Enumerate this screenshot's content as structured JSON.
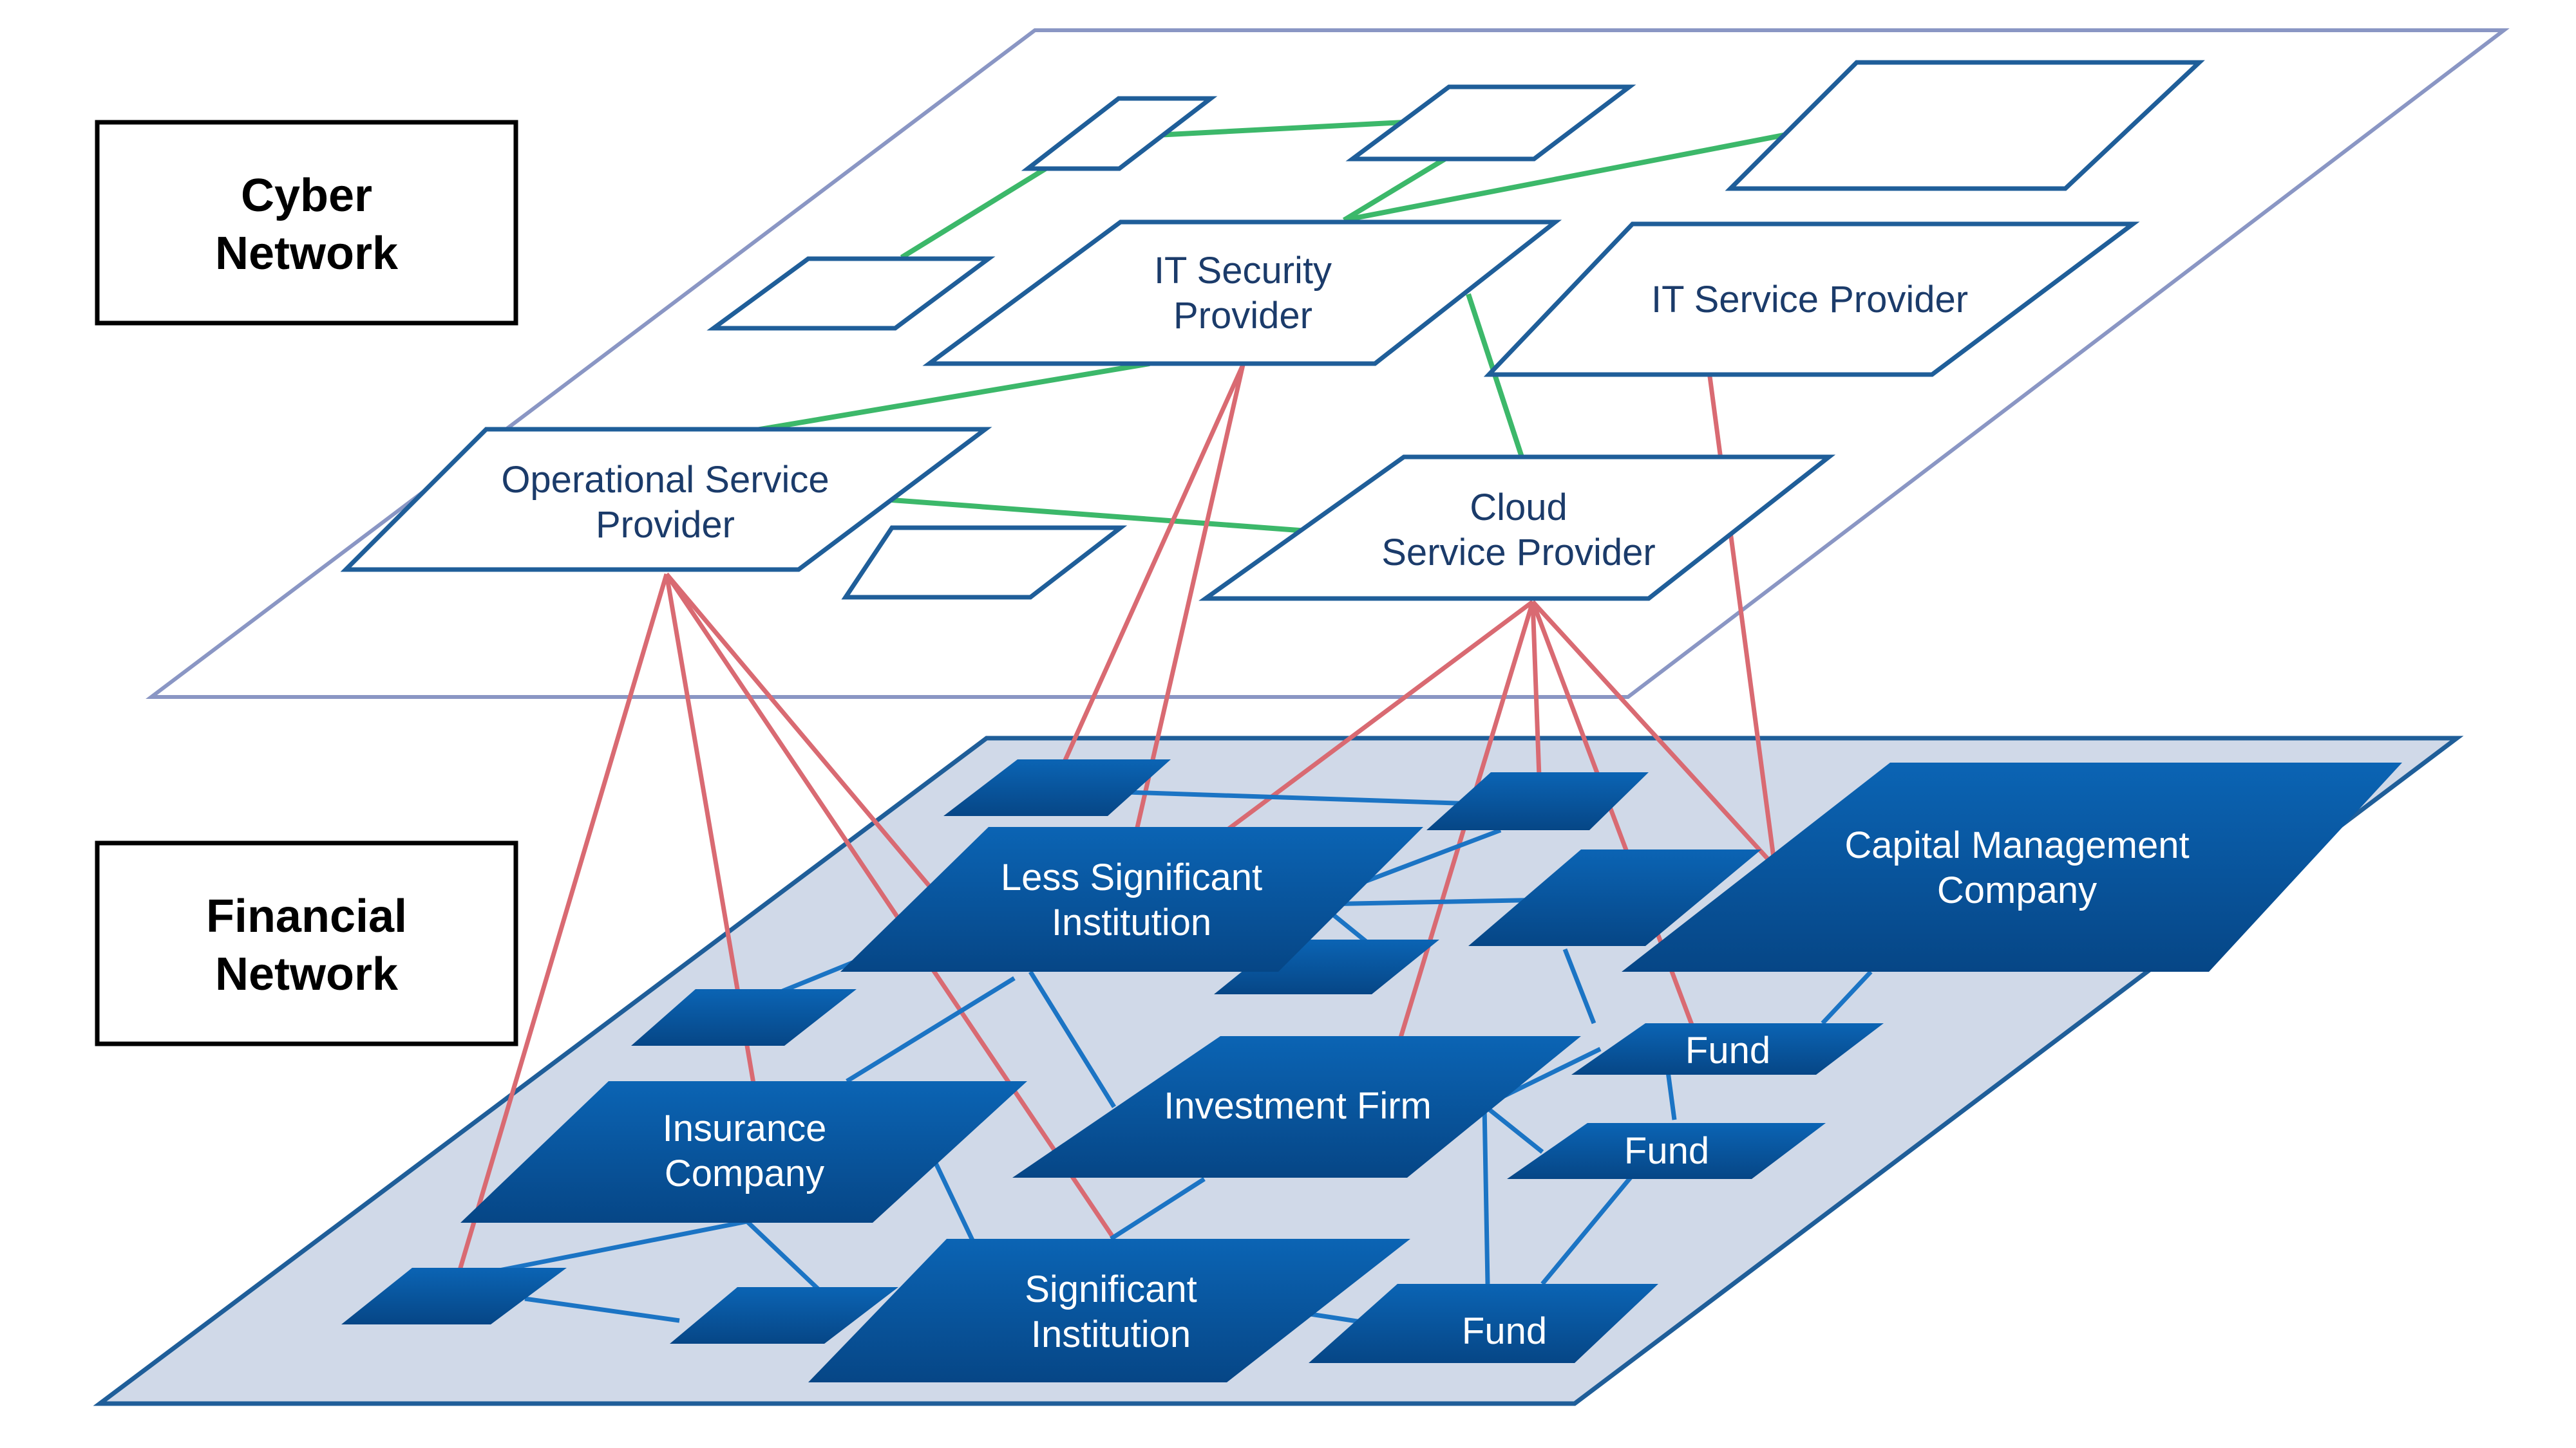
{
  "colors": {
    "cyber_plane_border": "#8A96C4",
    "cyber_node_border": "#1F5E99",
    "cyber_node_text": "#1B3B6A",
    "financial_plane_fill": "#D0D9E8",
    "financial_plane_border": "#1F5E99",
    "financial_node_top": "#0B64B4",
    "financial_node_bottom": "#064686",
    "financial_node_text": "#FFFFFF",
    "cyber_link": "#3CB86A",
    "cross_link": "#D96A72",
    "financial_link": "#1B74C4"
  },
  "layers": {
    "cyber": {
      "label_line1": "Cyber",
      "label_line2": "Network"
    },
    "financial": {
      "label_line1": "Financial",
      "label_line2": "Network"
    }
  },
  "cyber_nodes": {
    "it_security": {
      "line1": "IT Security",
      "line2": "Provider"
    },
    "it_service": {
      "line1": "IT Service Provider"
    },
    "operational": {
      "line1": "Operational Service",
      "line2": "Provider"
    },
    "cloud": {
      "line1": "Cloud",
      "line2": "Service Provider"
    }
  },
  "financial_nodes": {
    "less_significant": {
      "line1": "Less Significant",
      "line2": "Institution"
    },
    "capital_management": {
      "line1": "Capital Management",
      "line2": "Company"
    },
    "insurance": {
      "line1": "Insurance",
      "line2": "Company"
    },
    "investment_firm": {
      "line1": "Investment Firm"
    },
    "significant": {
      "line1": "Significant",
      "line2": "Institution"
    },
    "fund_1": {
      "line1": "Fund"
    },
    "fund_2": {
      "line1": "Fund"
    },
    "fund_3": {
      "line1": "Fund"
    }
  }
}
